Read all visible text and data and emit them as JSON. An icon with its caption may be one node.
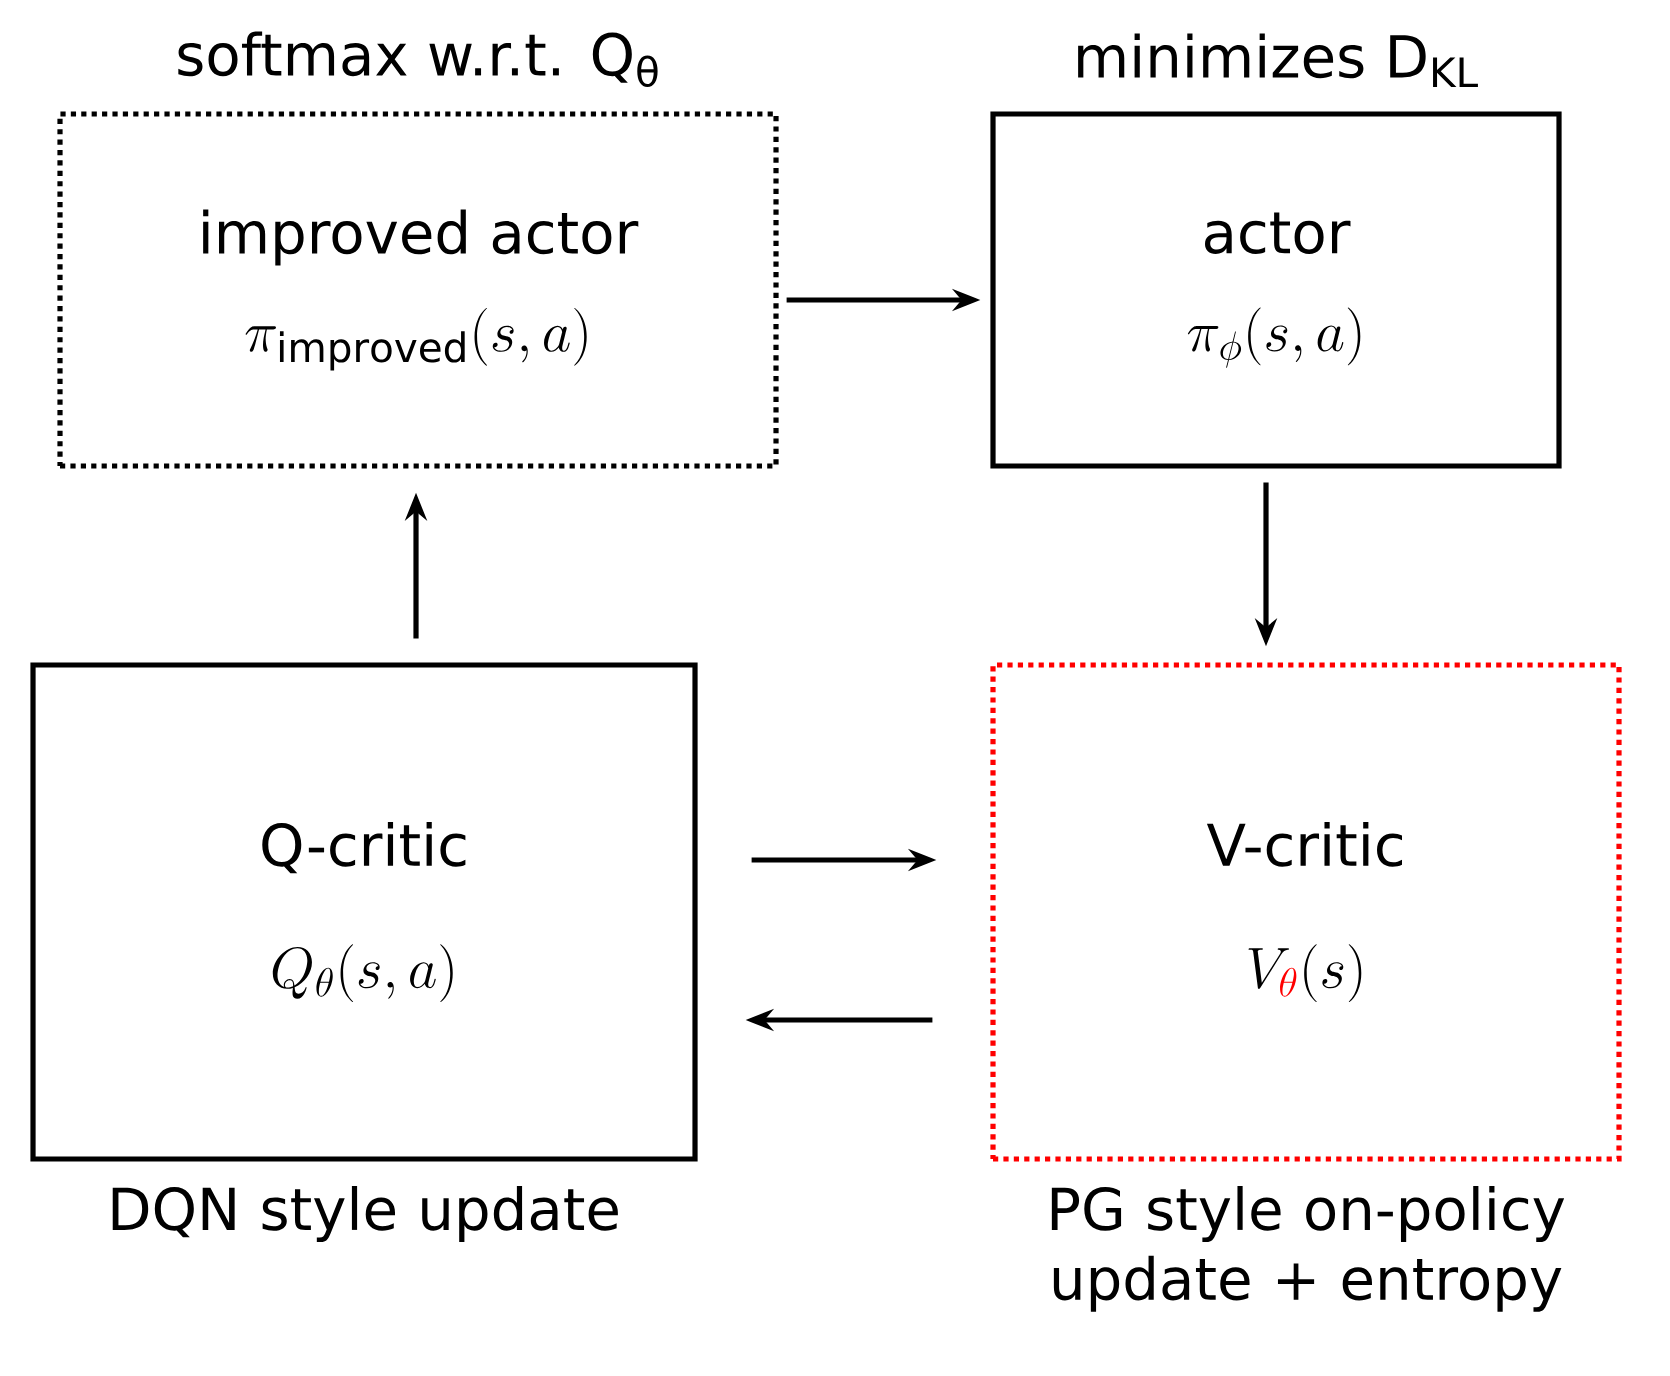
{
  "diagram": {
    "nodes": [
      {
        "text": [
          "softmax w.r.t. Q$_{θ}$",
          "improved actor",
          "\\pi_{\\mathrm{improved}}(s,a)"
        ]
      },
      {
        "text": [
          "minimizes D$_{KL}$",
          "actor",
          "\\pi_{\\phi}(s,a)"
        ]
      },
      {
        "text": [
          "Q-critic",
          "Q_{\\theta}(s,a)",
          "DQN style update"
        ]
      },
      {
        "text": [
          "V-critic",
          "V_{\\color{red}\\theta}(s)",
          "PG style on-policy update + entropy"
        ]
      }
    ],
    "edges": [
      {
        "from": 0,
        "to": 1,
        "arrow": "to"
      },
      {
        "from": 1,
        "to": 3,
        "arrow": "to"
      },
      {
        "from": 2,
        "to": 3,
        "arrow": "to"
      },
      {
        "from": 3,
        "to": 2,
        "arrow": "to"
      },
      {
        "from": 2,
        "to": 0,
        "arrow": "to"
      }
    ]
  }
}
